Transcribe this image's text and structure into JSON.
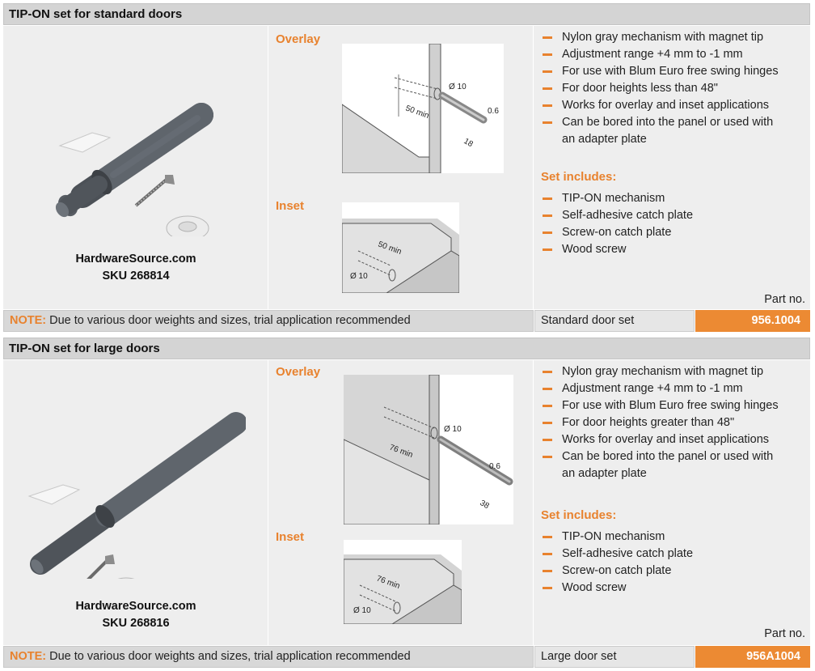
{
  "sections": [
    {
      "title": "TIP-ON set for standard doors",
      "sku_site": "HardwareSource.com",
      "sku": "SKU 268814",
      "overlay_label": "Overlay",
      "inset_label": "Inset",
      "overlay_dims": {
        "depth": "50 min",
        "diameter": "Ø 10",
        "offset": "0.6",
        "length": "18"
      },
      "inset_dims": {
        "depth": "50 min",
        "diameter": "Ø 10"
      },
      "features": [
        "Nylon gray mechanism with magnet tip",
        "Adjustment range +4 mm to -1 mm",
        "For use with Blum Euro free swing hinges",
        "For door heights less than 48\"",
        "Works for overlay and inset applications",
        "Can be bored into the panel or used with",
        "an adapter plate"
      ],
      "set_includes_title": "Set includes:",
      "set_includes": [
        "TIP-ON mechanism",
        "Self-adhesive catch plate",
        "Screw-on catch plate",
        "Wood screw"
      ],
      "part_no_label": "Part no.",
      "note_label": "NOTE:",
      "note_text": "Due to various door weights and sizes, trial application recommended",
      "set_name": "Standard door set",
      "part_number": "956.1004"
    },
    {
      "title": "TIP-ON set for large doors",
      "sku_site": "HardwareSource.com",
      "sku": "SKU 268816",
      "overlay_label": "Overlay",
      "inset_label": "Inset",
      "overlay_dims": {
        "depth": "76 min",
        "diameter": "Ø 10",
        "offset": "0.6",
        "length": "38"
      },
      "inset_dims": {
        "depth": "76 min",
        "diameter": "Ø 10"
      },
      "features": [
        "Nylon gray mechanism with magnet tip",
        "Adjustment range +4 mm to -1 mm",
        "For use with Blum Euro free swing hinges",
        "For door heights greater than 48\"",
        "Works for overlay and inset applications",
        "Can be bored into the panel or used with",
        "an adapter plate"
      ],
      "set_includes_title": "Set includes:",
      "set_includes": [
        "TIP-ON mechanism",
        "Self-adhesive catch plate",
        "Screw-on catch plate",
        "Wood screw"
      ],
      "part_no_label": "Part no.",
      "note_label": "NOTE:",
      "note_text": "Due to various door weights and sizes, trial application recommended",
      "set_name": "Large door set",
      "part_number": "956A1004"
    }
  ],
  "colors": {
    "accent": "#e8822e",
    "part_number_bg": "#ec8a33",
    "header_bg": "#d4d4d4",
    "panel_bg": "#eeeeee"
  }
}
